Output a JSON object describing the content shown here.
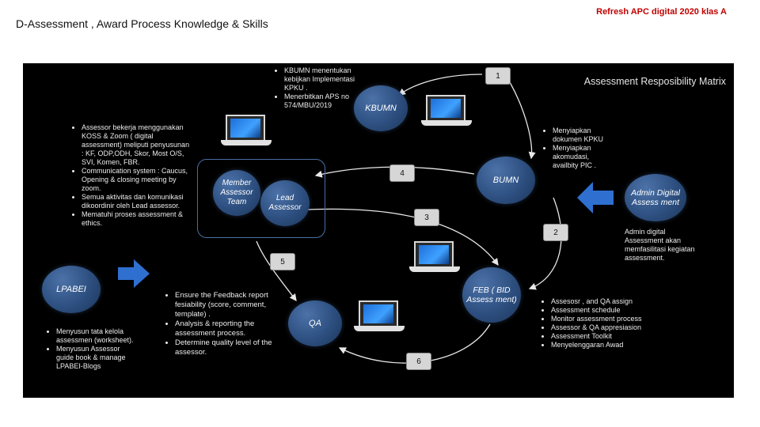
{
  "header": {
    "title": "D-Assessment , Award Process Knowledge & Skills",
    "tag": "Refresh APC digital 2020 klas A"
  },
  "diagram": {
    "title": "Assessment Resposibility Matrix",
    "nodes": {
      "kbumn": "KBUMN",
      "bumn": "BUMN",
      "admin": "Admin Digital Assess ment",
      "member": "Member Assessor Team",
      "lead": "Lead Assessor",
      "lpabei": "LPABEI",
      "feb": "FEB ( BID Assess ment)",
      "qa": "QA"
    },
    "steps": [
      "1",
      "2",
      "3",
      "4",
      "5",
      "6"
    ],
    "notes": {
      "kbumn": [
        "KBUMN menentukan kebijkan Implementasi KPKU .",
        "Menerbitkan APS no 574/MBU/2019"
      ],
      "bumn": [
        "Menyiapkan dokumen KPKU",
        "Menyiapkan akomudasi, availbity PIC ."
      ],
      "admin": "Admin digital Assessment akan memfasilitasi kegiatan assessment.",
      "assessor": [
        "Assessor bekerja menggunakan KOSS & Zoom ( digital assessment) meliputi penyusunan : KF, ODP,ODH, Skor, Most O/S, SVI, Komen, FBR.",
        "Communication system : Caucus, Opening & closing meeting by zoom.",
        "Semua aktivitas dan komunikasi dikoordinir oleh Lead assessor.",
        "Mematuhi proses assessment & ethics."
      ],
      "qa": [
        "Ensure the Feedback report fesiability (score, comment, template) .",
        "Analysis & reporting the assessment process.",
        "Determine quality level of the assessor."
      ],
      "lpabei": [
        "Menyusun tata kelola assessmen (worksheet).",
        "Menyusun Assessor guide book & manage LPABEI-Blogs"
      ],
      "feb": [
        "Assesosr , and QA assign",
        "Assessment schedule",
        "Monitor assessment process",
        "Assessor & QA appresiasion",
        "Assessment Toolkit",
        "Menyelenggaran Awad"
      ]
    },
    "colors": {
      "node": "#2d4f80",
      "panel": "#000000",
      "arrow": "#2f6fd0",
      "step_box": "#d6d6d6"
    }
  }
}
